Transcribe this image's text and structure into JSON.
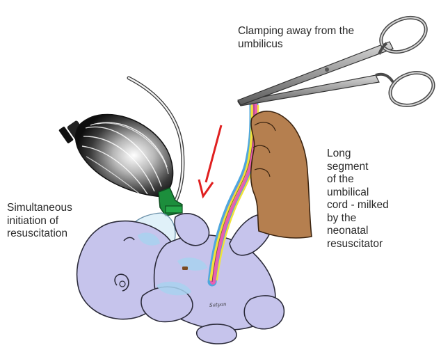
{
  "labels": {
    "clamping": [
      "Clamping away from the",
      "umbilicus"
    ],
    "simultaneous": [
      "Simultaneous",
      "initiation of",
      "resuscitation"
    ],
    "long_segment": [
      "Long",
      "segment",
      "of the",
      "umbilical",
      "cord  - milked",
      "by the",
      "neonatal",
      "resuscitator"
    ],
    "signature": "Satyan"
  },
  "colors": {
    "baby_skin": "#c6c4ec",
    "baby_outline": "#2b2b3a",
    "hand_skin": "#b57f4f",
    "arrow": "#e02020",
    "mask_connector": "#1c8e3c",
    "cord_yellow": "#f2e33a",
    "cord_pink": "#e85fb0",
    "cord_blue": "#4fa7dd",
    "clamp_metal": "#8a8a8a"
  },
  "icons": [
    "resuscitation-bag-icon",
    "mask-icon",
    "clamp-icon",
    "hand-icon",
    "baby-icon",
    "umbilical-cord-icon",
    "arrow-icon"
  ]
}
